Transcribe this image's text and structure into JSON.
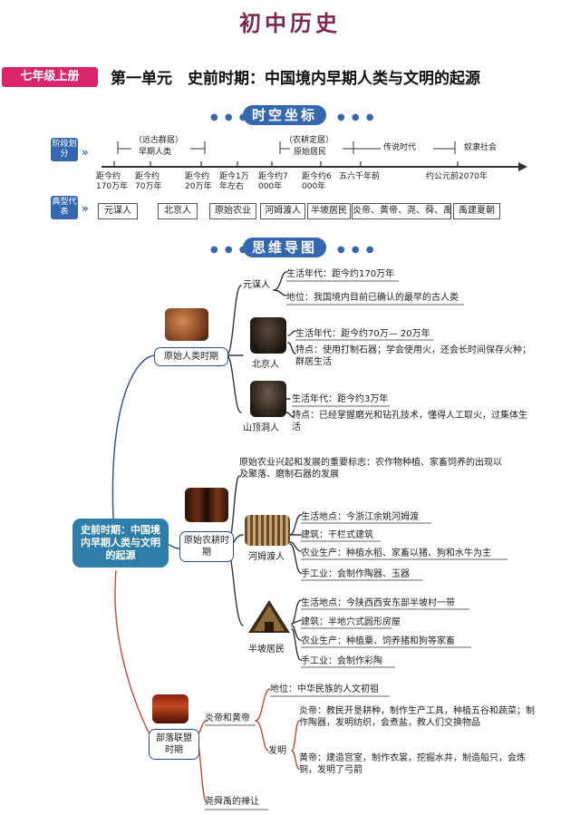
{
  "title": "初中历史",
  "grade": "七年级上册",
  "unit_heading": "第一单元　史前时期：中国境内早期人类与文明的起源",
  "section_timeline": "时空坐标",
  "section_mindmap": "思维导图",
  "timeline": {
    "row1_label": "阶段划分",
    "row2_label": "典型代表",
    "stages": [
      "（远古群居）",
      "早期人类",
      "（农耕定居）",
      "原始居民",
      "传说时代",
      "奴隶社会"
    ],
    "ticks": [
      "距今约170万年",
      "距今约70万年",
      "距今约20万年",
      "距今1万年左右",
      "距今约7 000年",
      "距今约6 000年",
      "五六千年前",
      "约公元前2070年"
    ],
    "representatives": [
      "元谋人",
      "北京人",
      "原始农业",
      "河姆渡人",
      "半坡居民",
      "炎帝、黄帝、尧、舜、禹",
      "禹建夏朝"
    ]
  },
  "mindmap": {
    "center": "史前时期：中国境内早期人类与文明的起源",
    "b1": {
      "label": "原始人类时期",
      "yuanmou": {
        "name": "元谋人",
        "age": "生活年代：距今约170万年",
        "status": "地位：我国境内目前已确认的最早的古人类"
      },
      "beijing": {
        "name": "北京人",
        "age": "生活年代：距今约70万— 20万年",
        "feature": "特点：使用打制石器；学会使用火，还会长时间保存火种；群居生活"
      },
      "shanding": {
        "name": "山顶洞人",
        "age": "生活年代：距今约3万年",
        "feature": "特点：已经掌握磨光和钻孔技术，懂得人工取火，过集体生活"
      }
    },
    "b2": {
      "label": "原始农耕时期",
      "sign": "原始农业兴起和发展的重要标志：农作物种植、家畜饲养的出现以及聚落、磨制石器的发展",
      "hemudu": {
        "name": "河姆渡人",
        "place": "生活地点：今浙江余姚河姆渡",
        "building": "建筑：干栏式建筑",
        "agriculture": "农业生产：种植水稻、家畜以猪、狗和水牛为主",
        "craft": "手工业：会制作陶器、玉器"
      },
      "banpo": {
        "name": "半坡居民",
        "place": "生活地点：今陕西西安东部半坡村一带",
        "building": "建筑：半地穴式圆形房屋",
        "agriculture": "农业生产：种植粟、饲养猪和狗等家畜",
        "craft": "手工业：会制作彩陶"
      }
    },
    "b3": {
      "label": "部落联盟时期",
      "yanhuang": "炎帝和黄帝",
      "status": "地位：中华民族的人文初祖",
      "invention": "发明",
      "yandi": "炎帝：教民开垦耕种，制作生产工具，种植五谷和蔬菜；制作陶器，发明纺织，会煮盐，教人们交换物品",
      "huangdi": "黄帝：建造宫室，制作衣裳，挖掘水井，制造船只，会炼铜，发明了弓箭",
      "yao": "尧舜禹的禅让"
    }
  },
  "colors": {
    "accent_blue": "#3567b0",
    "grade_pink": "#d9266a",
    "title_purple": "#7b2a4e",
    "center_teal": "#2f7ea9",
    "line_red": "#c8463c"
  }
}
